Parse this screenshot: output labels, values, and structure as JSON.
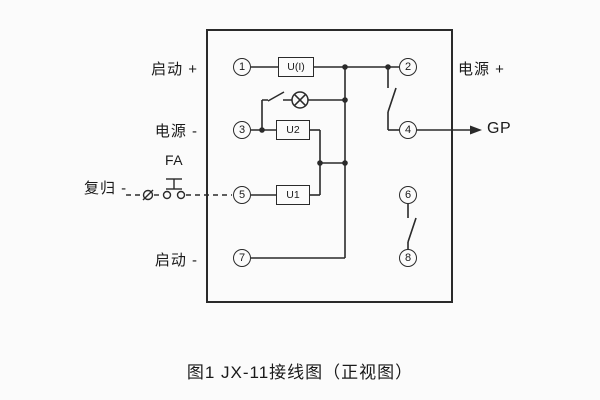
{
  "figure": {
    "caption": "图1  JX-11接线图（正视图）"
  },
  "labels": {
    "start_plus": "启动 +",
    "power_minus": "电源 -",
    "fa": "FA",
    "reset_minus": "复归 -",
    "start_minus": "启动 -",
    "power_plus": "电源 +",
    "gp": "GP"
  },
  "terminals": [
    {
      "number": "1"
    },
    {
      "number": "2"
    },
    {
      "number": "3"
    },
    {
      "number": "4"
    },
    {
      "number": "5"
    },
    {
      "number": "6"
    },
    {
      "number": "7"
    },
    {
      "number": "8"
    }
  ],
  "components": {
    "voltage_current_unit": "U(I)",
    "unit_u2": "U2",
    "unit_u1": "U1"
  },
  "colors": {
    "line": "#2a2a2a",
    "text": "#1a1a1a",
    "background": "#fbfbfb"
  }
}
